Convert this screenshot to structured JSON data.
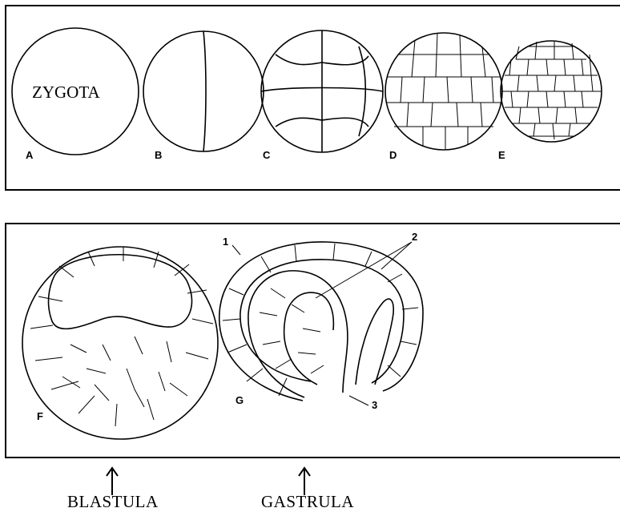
{
  "zygote_label": "ZYGOTA",
  "stage_letters": {
    "a": "A",
    "b": "B",
    "c": "C",
    "d": "D",
    "e": "E",
    "f": "F",
    "g": "G"
  },
  "part_numbers": {
    "one": "1",
    "two": "2",
    "three": "3"
  },
  "bottom_labels": {
    "blastula": "BLASTULA",
    "gastrula": "GASTRULA"
  }
}
